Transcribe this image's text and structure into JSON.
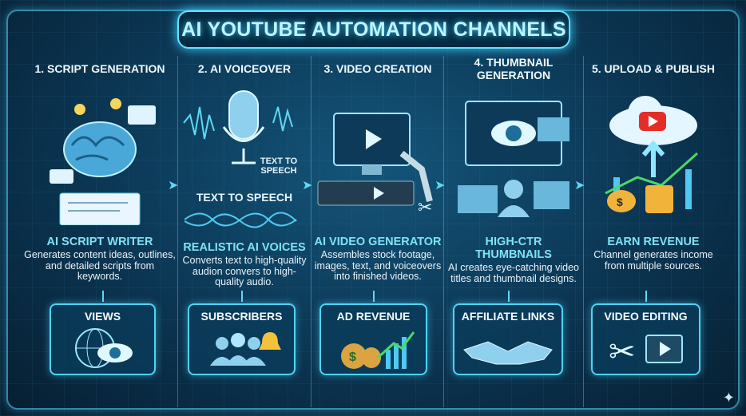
{
  "title": "AI YOUTUBE AUTOMATION CHANNELS",
  "steps": [
    {
      "label": "1. SCRIPT GENERATION",
      "heading": "AI SCRIPT WRITER",
      "description": "Generates content ideas, outlines, and detailed scripts from keywords.",
      "box": "VIEWS"
    },
    {
      "label": "2. AI VOICEOVER",
      "small_label": "TEXT TO SPEECH",
      "subheading": "TEXT TO SPEECH",
      "heading": "REALISTIC AI VOICES",
      "description": "Converts text to high-quality audion convers to high-quality audio.",
      "box": "SUBSCRIBERS"
    },
    {
      "label": "3. VIDEO CREATION",
      "heading": "AI VIDEO GENERATOR",
      "description": "Assembles stock footage, images, text, and voiceovers into finished videos.",
      "box": "AD REVENUE"
    },
    {
      "label": "4. THUMBNAIL GENERATION",
      "heading": "HIGH-CTR THUMBNAILS",
      "description": "AI creates eye-catching video titles and thumbnail designs.",
      "box": "AFFILIATE LINKS"
    },
    {
      "label": "5. UPLOAD & PUBLISH",
      "heading": "EARN REVENUE",
      "description": "Channel generates income from multiple sources.",
      "box": "VIDEO EDITING"
    }
  ],
  "colors": {
    "accent": "#5fd8f5",
    "heading": "#7fe2f5",
    "background": "#0b3552",
    "youtube_red": "#e52d27",
    "gold": "#f2b33a"
  }
}
